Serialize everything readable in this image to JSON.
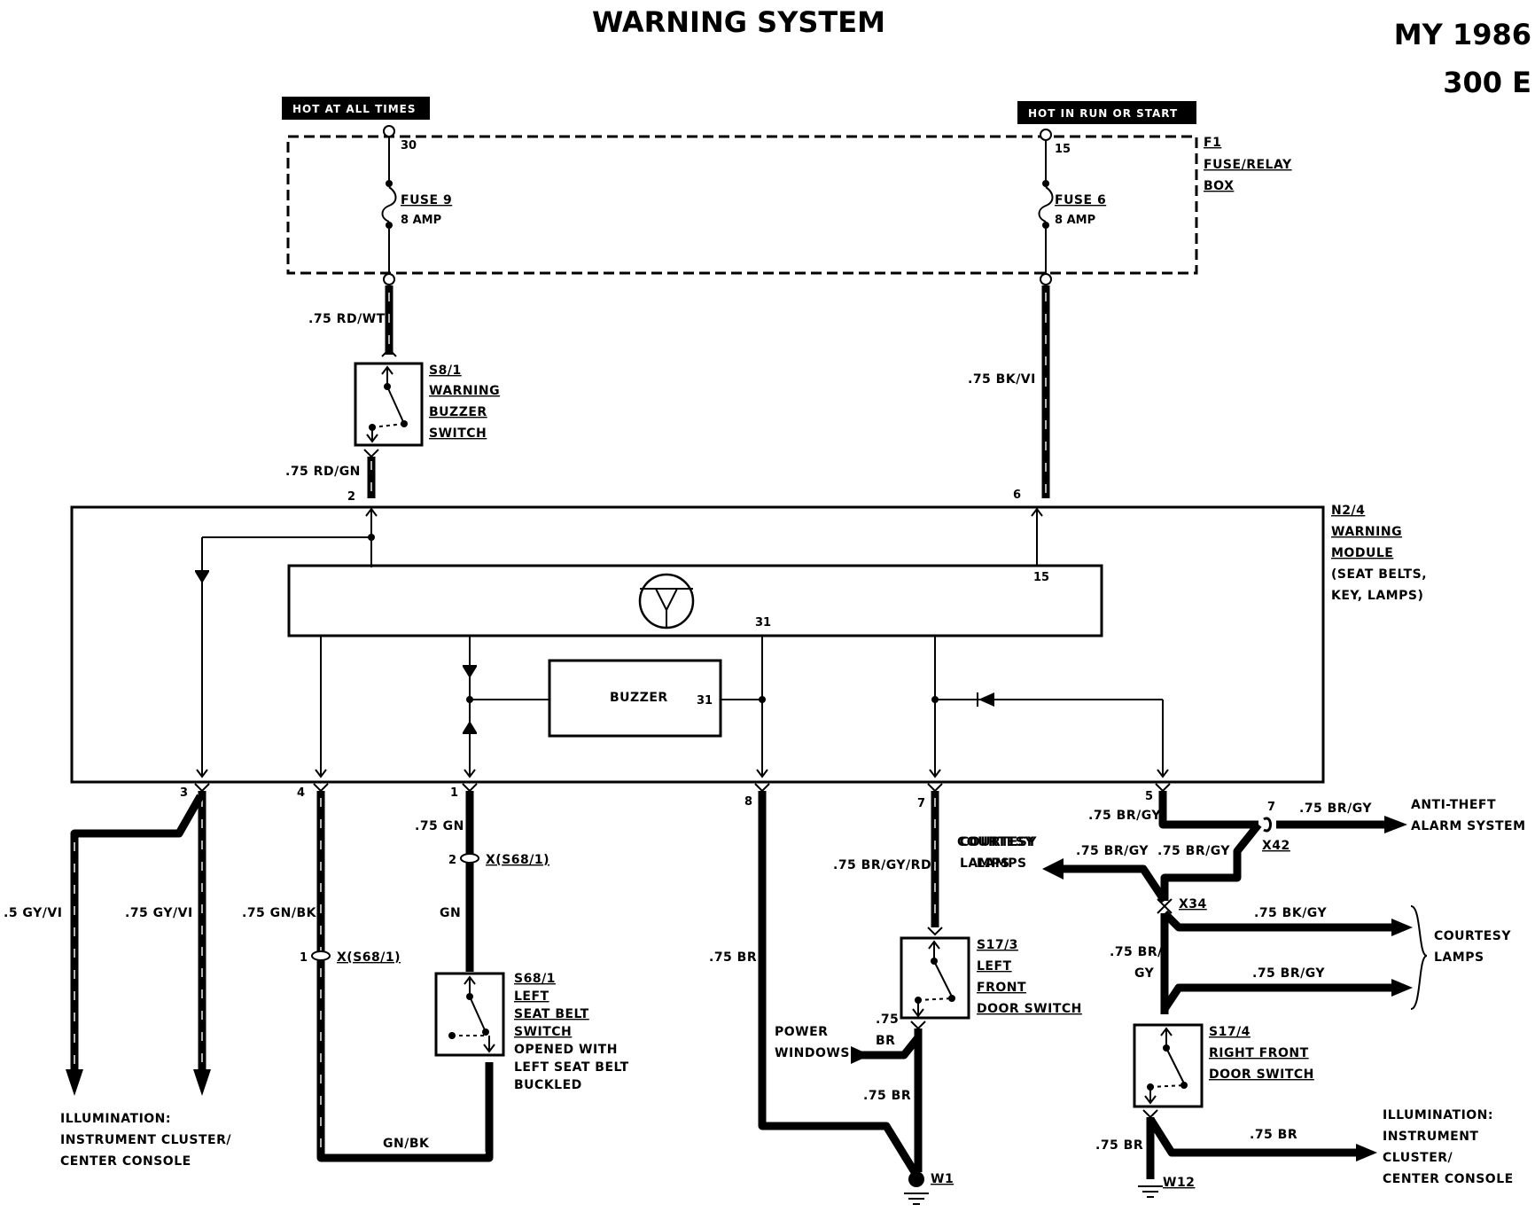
{
  "title": "WARNING SYSTEM",
  "model_year": "MY 1986",
  "model": "300 E",
  "power_labels": {
    "hot_all_times": "HOT AT ALL TIMES",
    "hot_run_start": "HOT IN RUN OR START"
  },
  "fuse_box": {
    "id": "F1",
    "line1": "FUSE/RELAY",
    "line2": "BOX",
    "pin_left": "30",
    "pin_right": "15"
  },
  "fuses": {
    "left": {
      "name": "FUSE 9",
      "rating": "8 AMP"
    },
    "right": {
      "name": "FUSE 6",
      "rating": "8 AMP"
    }
  },
  "wires": {
    "w_rd_wt": ".75 RD/WT",
    "w_rd_gn": ".75 RD/GN",
    "w_bk_vi": ".75 BK/VI",
    "w_gy_vi_a": ".5 GY/VI",
    "w_gy_vi_b": ".75 GY/VI",
    "w_gn_bk": ".75 GN/BK",
    "w_gn": ".75 GN",
    "w_gn_short": "GN",
    "w_gnbk_short": "GN/BK",
    "w_br_8": ".75 BR",
    "w_br_gy_rd": ".75 BR/GY/RD",
    "w_br_gy_5": ".75 BR/GY",
    "w_br_gy_alarm": ".75 BR/GY",
    "w_br_gy_left": ".75 BR/GY",
    "w_br_gy_right": ".75 BR/GY",
    "w_bk_gy": ".75 BK/GY",
    "w_br_gy_lamp2": ".75 BR/GY",
    "w_br_slash": ".75 BR/",
    "w_gy": "GY",
    "w_75": ".75",
    "w_br": "BR",
    "w_br_w1": ".75 BR",
    "w_br_w12": ".75 BR",
    "w_br_illum": ".75 BR"
  },
  "components": {
    "s8_1": {
      "id": "S8/1",
      "l1": "WARNING",
      "l2": "BUZZER",
      "l3": "SWITCH"
    },
    "n2_4": {
      "id": "N2/4",
      "l1": "WARNING",
      "l2": "MODULE",
      "l3": "(SEAT BELTS,",
      "l4": "KEY, LAMPS)"
    },
    "buzzer": {
      "label": "BUZZER",
      "pin": "31"
    },
    "s68_1": {
      "id": "S68/1",
      "l1": "LEFT",
      "l2": "SEAT BELT",
      "l3": "SWITCH",
      "l4": "OPENED WITH",
      "l5": "LEFT SEAT BELT",
      "l6": "BUCKLED"
    },
    "s17_3": {
      "id": "S17/3",
      "l1": "LEFT",
      "l2": "FRONT",
      "l3": "DOOR SWITCH"
    },
    "s17_4": {
      "id": "S17/4",
      "l1": "RIGHT FRONT",
      "l2": "DOOR SWITCH"
    }
  },
  "connectors": {
    "x_s68_a": "X(S68/1)",
    "x_s68_b": "X(S68/1)",
    "x42": "X42",
    "x34": "X34",
    "w1": "W1",
    "w12": "W12"
  },
  "pins": {
    "p2": "2",
    "p6": "6",
    "p15": "15",
    "p31": "31",
    "p3": "3",
    "p4": "4",
    "p1": "1",
    "p8": "8",
    "p7": "7",
    "p5": "5",
    "c2": "2",
    "c1": "1",
    "c7": "7"
  },
  "destinations": {
    "illum_left": [
      "ILLUMINATION:",
      "INSTRUMENT CLUSTER/",
      "CENTER CONSOLE"
    ],
    "courtesy_top": [
      "COURTESY",
      "LAMPS"
    ],
    "anti_theft": [
      "ANTI-THEFT",
      "ALARM SYSTEM"
    ],
    "courtesy_left": [
      "COURTESY",
      "LAMPS"
    ],
    "courtesy_right": [
      "COURTESY",
      "LAMPS"
    ],
    "power_windows": [
      "POWER",
      "WINDOWS"
    ],
    "illum_right": [
      "ILLUMINATION:",
      "INSTRUMENT",
      "CLUSTER/",
      "CENTER CONSOLE"
    ]
  }
}
